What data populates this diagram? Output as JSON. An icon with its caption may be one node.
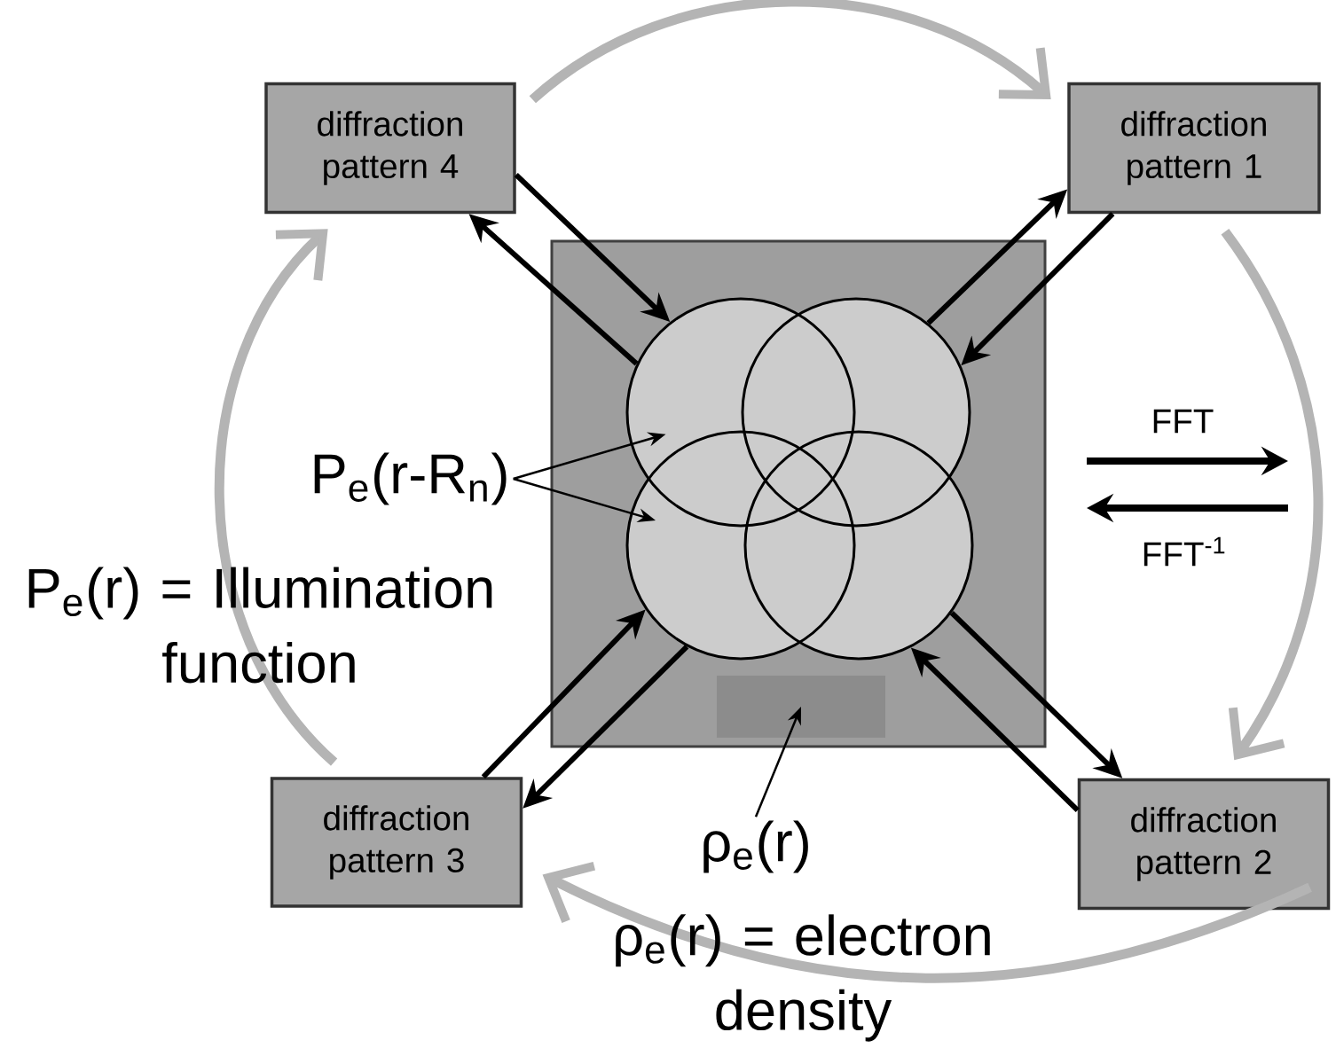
{
  "diagram": {
    "nodes": [
      {
        "text": [
          "diffraction pattern 4"
        ]
      },
      {
        "text": [
          "diffraction pattern 1"
        ]
      },
      {
        "text": [
          "diffraction pattern 3"
        ]
      },
      {
        "text": [
          "diffraction pattern 2"
        ]
      },
      {
        "text": [],
        "shape": "box"
      },
      {
        "text": [],
        "shape": "circle",
        "in": 4
      },
      {
        "text": [],
        "shape": "circle",
        "in": 4
      },
      {
        "text": [],
        "shape": "circle",
        "in": 4
      },
      {
        "text": [],
        "shape": "circle",
        "in": 4
      },
      {
        "text": [],
        "shape": "box",
        "in": 4
      },
      {
        "text": [
          "P$_{e}$(r-R$_{n}$)"
        ]
      },
      {
        "text": [
          "ρ$_{e}$(r)"
        ]
      }
    ],
    "edges": [
      {
        "from": 0,
        "to": 5,
        "arrow": "to"
      },
      {
        "from": 5,
        "to": 0,
        "arrow": "to"
      },
      {
        "from": 6,
        "to": 1,
        "arrow": "to"
      },
      {
        "from": 1,
        "to": 6,
        "arrow": "to"
      },
      {
        "from": 8,
        "to": 3,
        "arrow": "to"
      },
      {
        "from": 3,
        "to": 8,
        "arrow": "to"
      },
      {
        "from": 7,
        "to": 2,
        "arrow": "to"
      },
      {
        "from": 2,
        "to": 7,
        "arrow": "to"
      },
      {
        "from": 0,
        "to": 1,
        "arrow": "to",
        "style": "thick",
        "color": "#b4b4b4"
      },
      {
        "from": 1,
        "to": 3,
        "arrow": "to",
        "style": "thick",
        "color": "#b4b4b4"
      },
      {
        "from": 3,
        "to": 2,
        "arrow": "to",
        "style": "thick",
        "color": "#b4b4b4"
      },
      {
        "from": 2,
        "to": 0,
        "arrow": "to",
        "style": "thick",
        "color": "#b4b4b4"
      },
      {
        "from": 10,
        "to": 5,
        "arrow": "to"
      },
      {
        "from": 10,
        "to": 7,
        "arrow": "to"
      },
      {
        "from": 11,
        "to": 9,
        "arrow": "to"
      }
    ],
    "labels": [
      "FFT",
      "FFT$^{-1}$",
      "P$_{e}$(r) = Illumination function",
      "ρ$_{e}$(r) = electron density"
    ]
  }
}
